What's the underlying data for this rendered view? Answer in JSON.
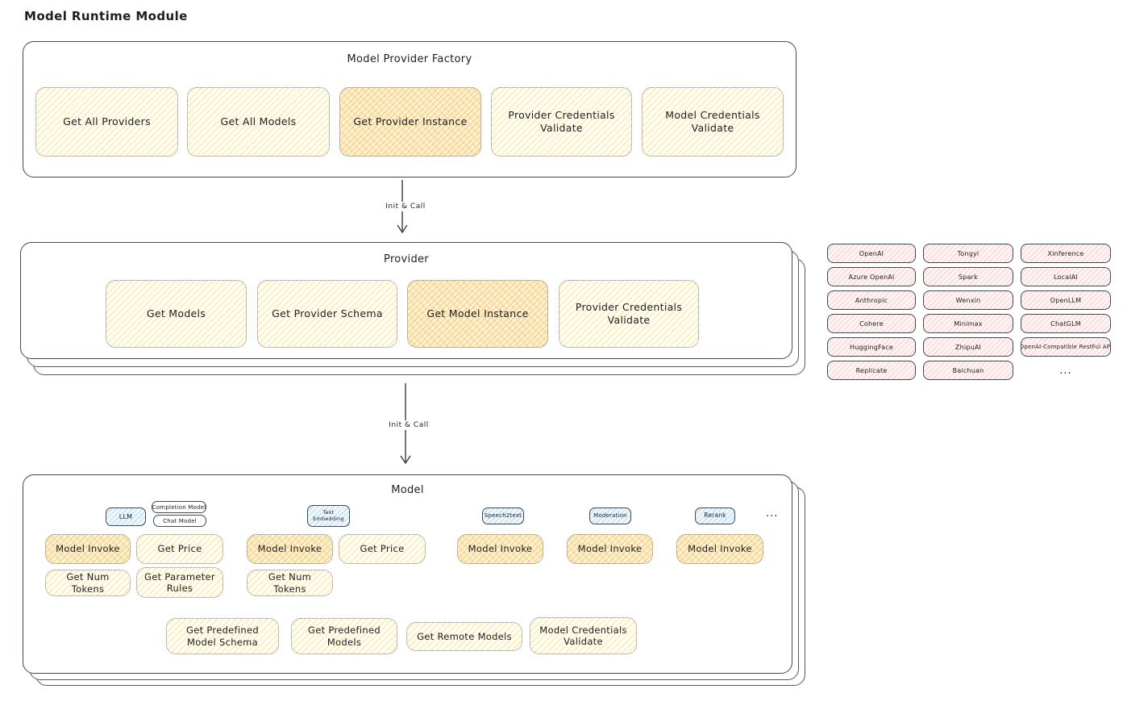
{
  "page": {
    "title": "Model Runtime Module"
  },
  "colors": {
    "ink": "#1e1e1e",
    "panel_border": "#43484e",
    "yellow_fill": "#fffdf2",
    "yellow_hatch": "#f3dc87",
    "orange_hatch": "#f5c46a",
    "blue_hatch": "#8cc6ee",
    "pink_hatch": "#f2b2b2"
  },
  "factory": {
    "title": "Model Provider Factory",
    "cards": [
      {
        "label": "Get All Providers",
        "highlighted": false
      },
      {
        "label": "Get All Models",
        "highlighted": false
      },
      {
        "label": "Get Provider Instance",
        "highlighted": true
      },
      {
        "label": "Provider Credentials Validate",
        "highlighted": false
      },
      {
        "label": "Model Credentials Validate",
        "highlighted": false
      }
    ]
  },
  "arrows": {
    "init_call_1": "Init & Call",
    "init_call_2": "Init & Call"
  },
  "provider": {
    "title": "Provider",
    "cards": [
      {
        "label": "Get Models",
        "highlighted": false
      },
      {
        "label": "Get Provider Schema",
        "highlighted": false
      },
      {
        "label": "Get Model Instance",
        "highlighted": true
      },
      {
        "label": "Provider Credentials Validate",
        "highlighted": false
      }
    ]
  },
  "providers_panel": {
    "items": [
      "OpenAI",
      "Tongyi",
      "Xinference",
      "Azure OpenAI",
      "Spark",
      "LocalAI",
      "Anthropic",
      "Wenxin",
      "OpenLLM",
      "Cohere",
      "Minimax",
      "ChatGLM",
      "HuggingFace",
      "ZhipuAI",
      "OpenAI-Compatible RestFul API",
      "Replicate",
      "Baichuan"
    ],
    "more": "..."
  },
  "model": {
    "title": "Model",
    "tabs": {
      "llm": "LLM",
      "completion_model": "Completion Model",
      "chat_model": "Chat Model",
      "text_embedding": "Text Embedding",
      "speech2text": "Speech2text",
      "moderation": "Moderation",
      "rerank": "Rerank",
      "more": "..."
    },
    "llm_cards": [
      {
        "label": "Model Invoke",
        "highlighted": true
      },
      {
        "label": "Get Price",
        "highlighted": false
      },
      {
        "label": "Get Num Tokens",
        "highlighted": false
      },
      {
        "label": "Get Parameter Rules",
        "highlighted": false
      }
    ],
    "embedding_cards": [
      {
        "label": "Model Invoke",
        "highlighted": true
      },
      {
        "label": "Get Price",
        "highlighted": false
      },
      {
        "label": "Get Num Tokens",
        "highlighted": false
      }
    ],
    "speech2text_cards": [
      {
        "label": "Model Invoke",
        "highlighted": true
      }
    ],
    "moderation_cards": [
      {
        "label": "Model Invoke",
        "highlighted": true
      }
    ],
    "rerank_cards": [
      {
        "label": "Model Invoke",
        "highlighted": true
      }
    ],
    "bottom_cards": [
      {
        "label": "Get Predefined Model Schema",
        "highlighted": false
      },
      {
        "label": "Get Predefined Models",
        "highlighted": false
      },
      {
        "label": "Get Remote Models",
        "highlighted": false
      },
      {
        "label": "Model Credentials Validate",
        "highlighted": false
      }
    ]
  }
}
